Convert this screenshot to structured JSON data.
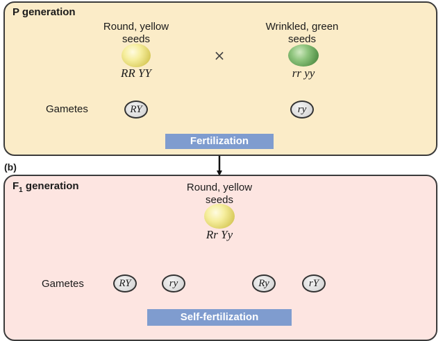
{
  "p_generation": {
    "title": "P generation",
    "parent_left": {
      "description": "Round, yellow\nseeds",
      "genotype": "RR YY",
      "gamete": "RY"
    },
    "parent_right": {
      "description": "Wrinkled, green\nseeds",
      "genotype": "rr yy",
      "gamete": "ry"
    },
    "cross_symbol": "×",
    "gametes_label": "Gametes",
    "step": "Fertilization"
  },
  "section_b": {
    "label": "(b)"
  },
  "f1_generation": {
    "title_main": "F",
    "title_sub": "1",
    "title_rest": " generation",
    "description": "Round, yellow\nseeds",
    "genotype": "Rr Yy",
    "gametes_label": "Gametes",
    "gametes": [
      "RY",
      "ry",
      "Ry",
      "rY"
    ],
    "step": "Self-fertilization"
  },
  "colors": {
    "p_panel": "#fbecc8",
    "f1_panel": "#fde5e1",
    "step_box": "#7f9ccf"
  }
}
